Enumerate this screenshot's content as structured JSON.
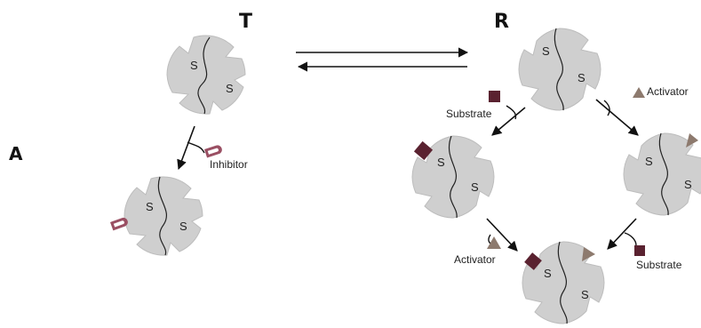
{
  "diagram": {
    "state_labels": {
      "tense": "T",
      "relaxed": "R"
    },
    "panel_label": "A",
    "subunit_label": "S",
    "ligands": {
      "inhibitor": "Inhibitor",
      "substrate": "Substrate",
      "activator": "Activator"
    },
    "colors": {
      "enzyme_fill": "#cfcfcf",
      "substrate": "#5a2230",
      "activator": "#8d7a6e",
      "inhibitor": "#9a4f63",
      "line": "#111111"
    }
  }
}
